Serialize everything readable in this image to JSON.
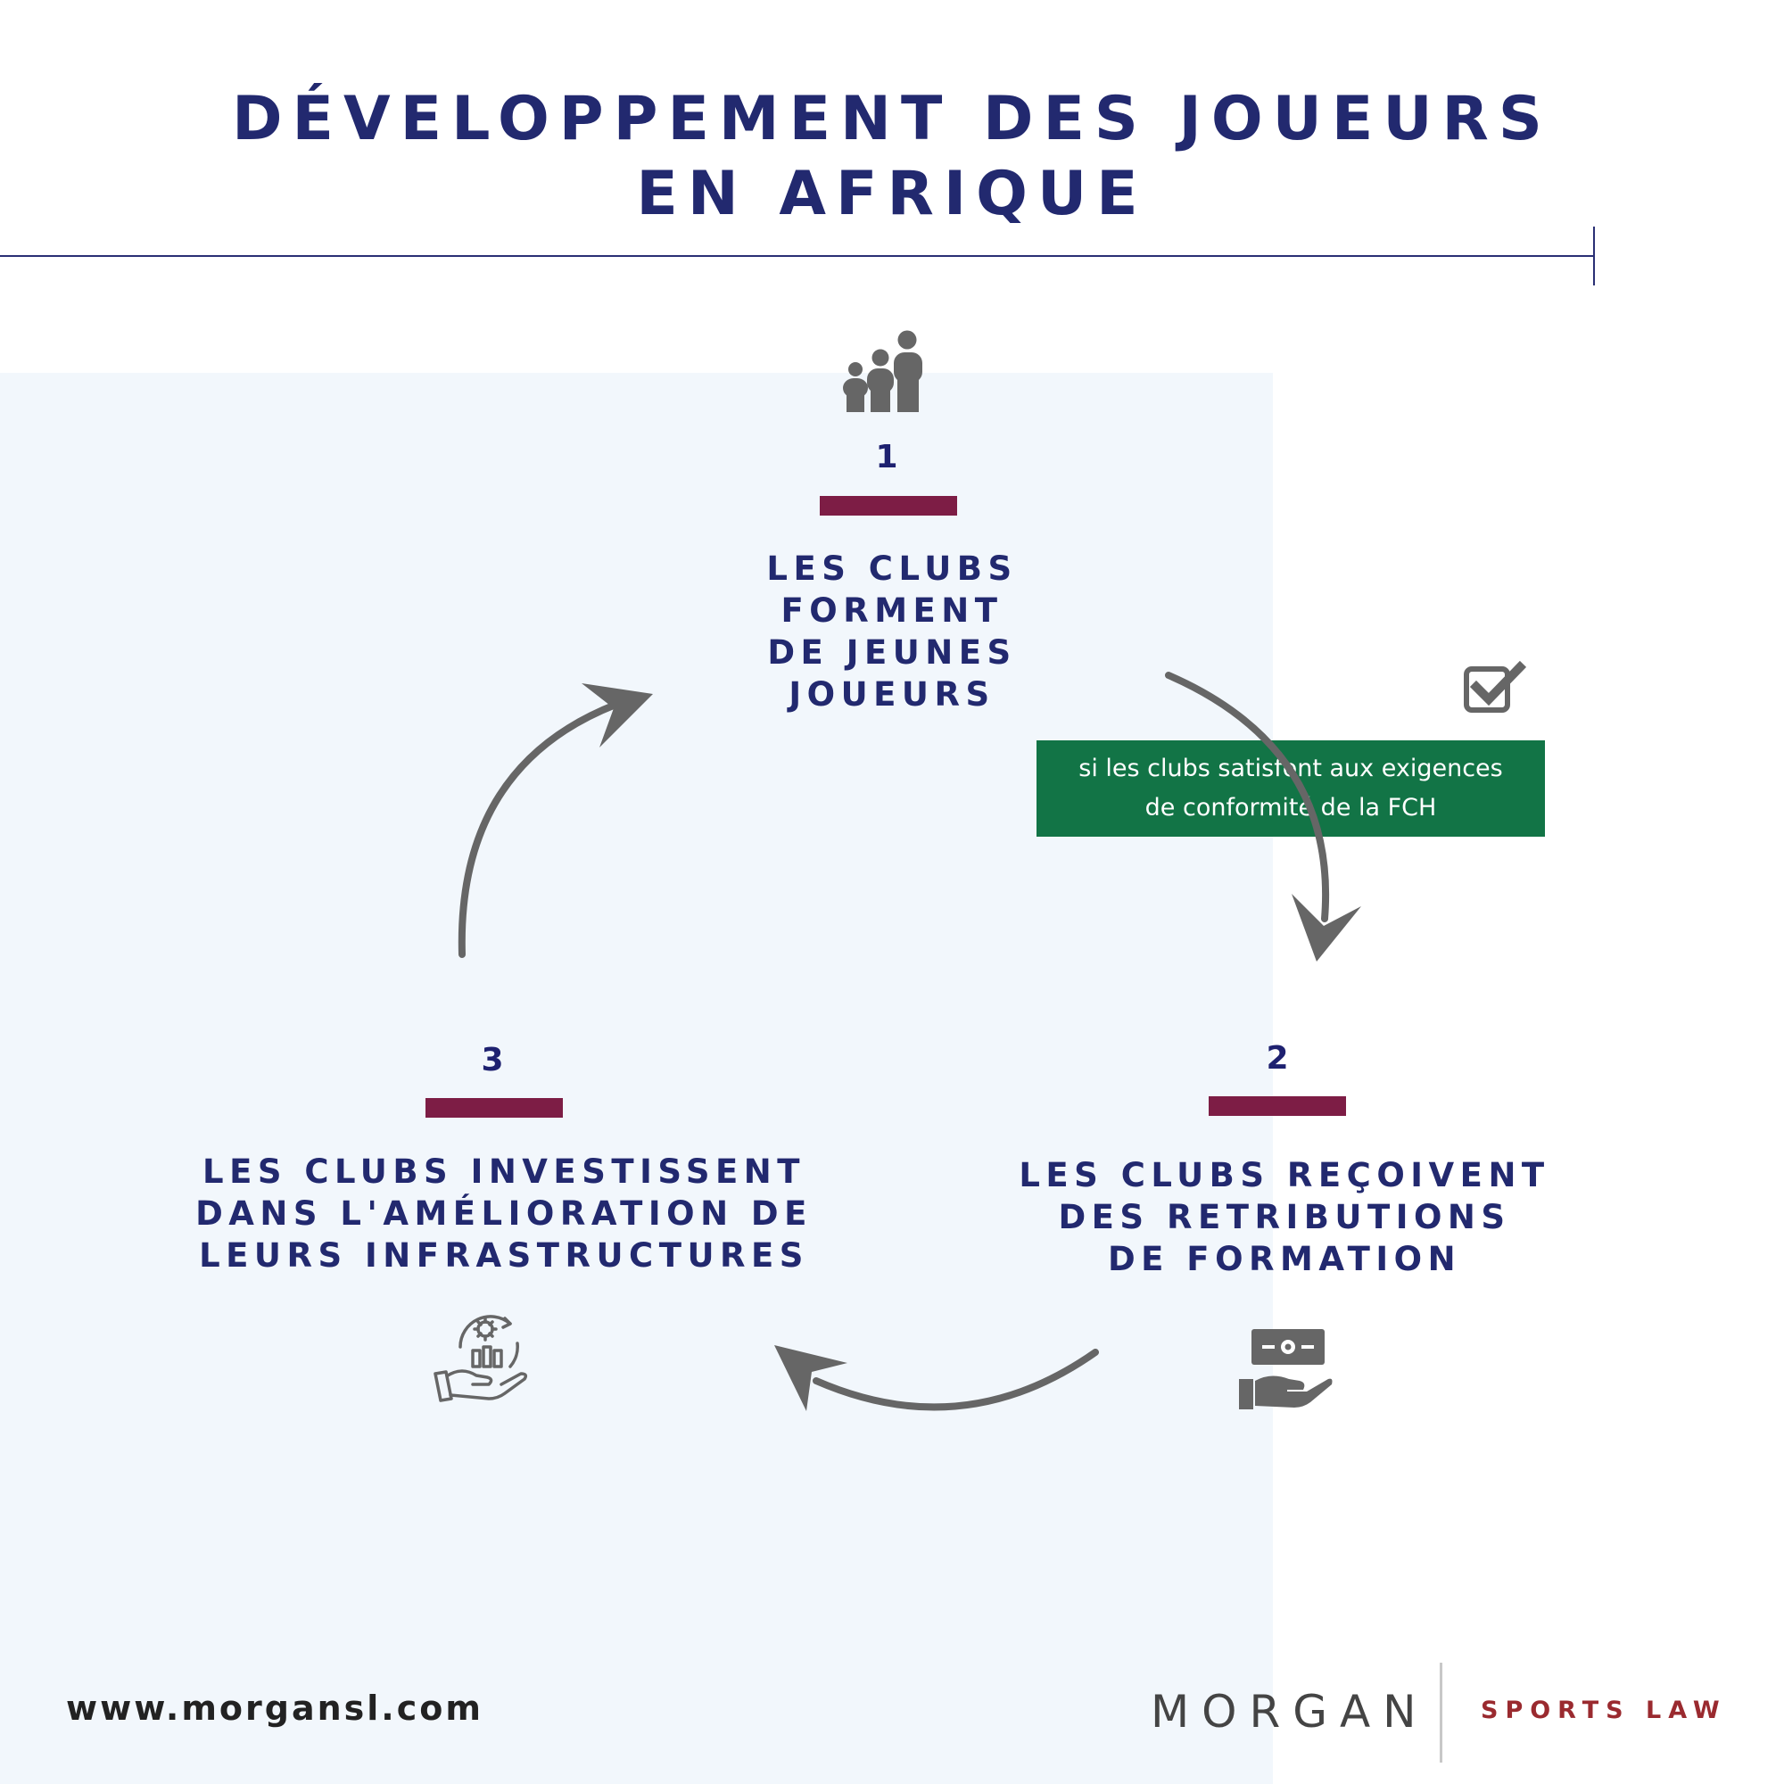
{
  "title": {
    "line1": "DÉVELOPPEMENT DES JOUEURS",
    "line2": "EN AFRIQUE"
  },
  "steps": [
    {
      "number": "1",
      "lines": [
        "LES CLUBS",
        "FORMENT",
        "DE JEUNES",
        "JOUEURS"
      ],
      "icon": "family-people-icon"
    },
    {
      "number": "2",
      "lines": [
        "LES CLUBS REÇOIVENT",
        "DES RETRIBUTIONS",
        "DE FORMATION"
      ],
      "icon": "money-hand-icon"
    },
    {
      "number": "3",
      "lines": [
        "LES CLUBS INVESTISSENT",
        "DANS L'AMÉLIORATION DE",
        "LEURS INFRASTRUCTURES"
      ],
      "icon": "investment-hand-gear-icon"
    }
  ],
  "condition": {
    "line1": "si les clubs satisfont aux exigences",
    "line2": "de conformité de la FCH",
    "icon": "checkbox-checked-icon",
    "color": "#127446"
  },
  "footer": {
    "url": "www.morgansl.com",
    "logo_main": "MORGAN",
    "logo_sub": "SPORTS LAW"
  },
  "colors": {
    "title": "#22296f",
    "bar": "#7d1d45",
    "arrow": "#666666",
    "panel": "#f2f7fc",
    "logo_sub": "#9a2a2f"
  }
}
